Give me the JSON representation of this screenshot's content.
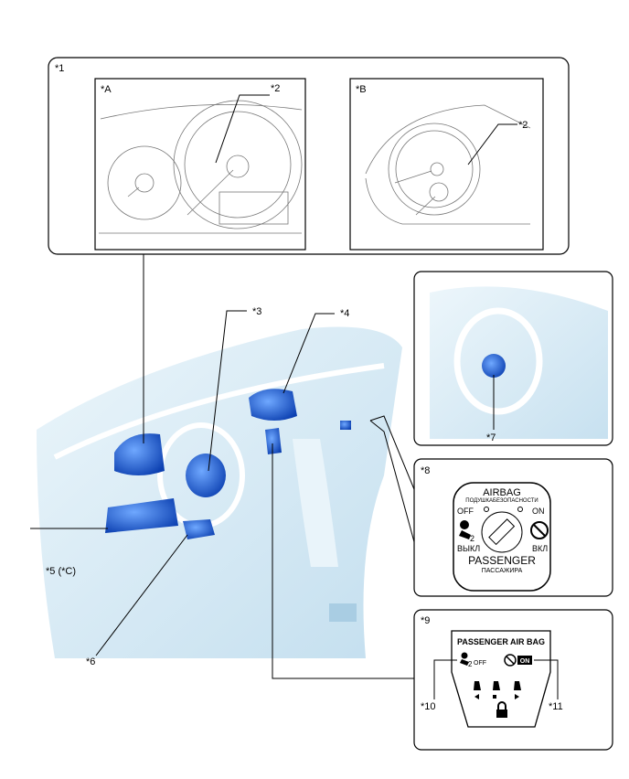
{
  "callouts": {
    "c1": "*1",
    "cA": "*A",
    "cB": "*B",
    "c2a": "*2",
    "c2b": "*2",
    "c3": "*3",
    "c4": "*4",
    "c5": "*5 (*C)",
    "c6": "*6",
    "c7": "*7",
    "c8": "*8",
    "c9": "*9",
    "c10": "*10",
    "c11": "*11"
  },
  "switch_panel": {
    "title": "AIRBAG",
    "subtitle": "ПОДУШКАБЕЗОПАСНОСТИ",
    "off": "OFF",
    "on": "ON",
    "off_ru": "ВЫКЛ",
    "on_ru": "ВКЛ",
    "bottom": "PASSENGER",
    "bottom_ru": "ПАССАЖИРА",
    "off_icon_sub": "2"
  },
  "indicator_panel": {
    "title": "PASSENGER AIR BAG",
    "off_label": "OFF",
    "off_icon_sub": "2",
    "on_label": "ON"
  },
  "colors": {
    "part_blue": "#1a5fd6",
    "dash_light": "#cfe6f3"
  }
}
